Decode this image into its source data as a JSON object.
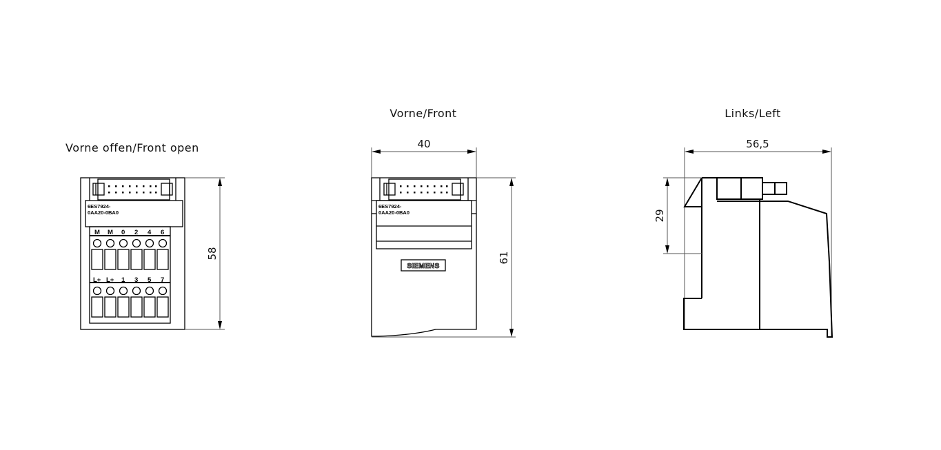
{
  "views": {
    "front_open": {
      "title": "Vorne offen/Front open",
      "dimension_height": "58",
      "part_number_line1": "6ES7924-",
      "part_number_line2": "0AA20-0BA0",
      "terminals_top": [
        "M",
        "M",
        "0",
        "2",
        "4",
        "6"
      ],
      "terminals_bottom": [
        "L+",
        "L+",
        "1",
        "3",
        "5",
        "7"
      ]
    },
    "front": {
      "title": "Vorne/Front",
      "dimension_width": "40",
      "dimension_height": "61",
      "part_number_line1": "6ES7924-",
      "part_number_line2": "0AA20-0BA0",
      "brand_label": "SIEMENS"
    },
    "left": {
      "title": "Links/Left",
      "dimension_width": "56,5",
      "dimension_height": "29"
    }
  }
}
